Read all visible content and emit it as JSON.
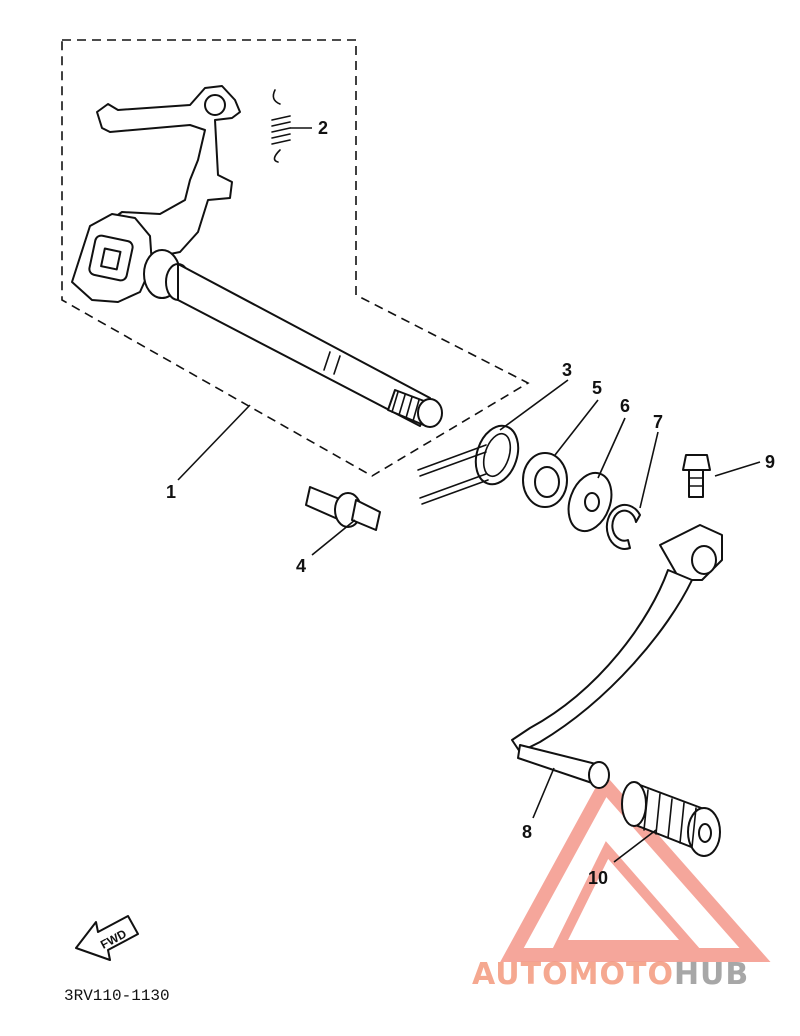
{
  "diagram": {
    "drawing_code": "3RV110-1130",
    "fwd_label": "FWD",
    "callouts": [
      {
        "id": "1",
        "label": "1"
      },
      {
        "id": "2",
        "label": "2"
      },
      {
        "id": "3",
        "label": "3"
      },
      {
        "id": "4",
        "label": "4"
      },
      {
        "id": "5",
        "label": "5"
      },
      {
        "id": "6",
        "label": "6"
      },
      {
        "id": "7",
        "label": "7"
      },
      {
        "id": "8",
        "label": "8"
      },
      {
        "id": "9",
        "label": "9"
      },
      {
        "id": "10",
        "label": "10"
      }
    ]
  },
  "watermark": {
    "part1": "AUTOMOTO",
    "part2": "HUB",
    "color_primary": "#f28b6b",
    "color_secondary": "#8a8a8a"
  }
}
